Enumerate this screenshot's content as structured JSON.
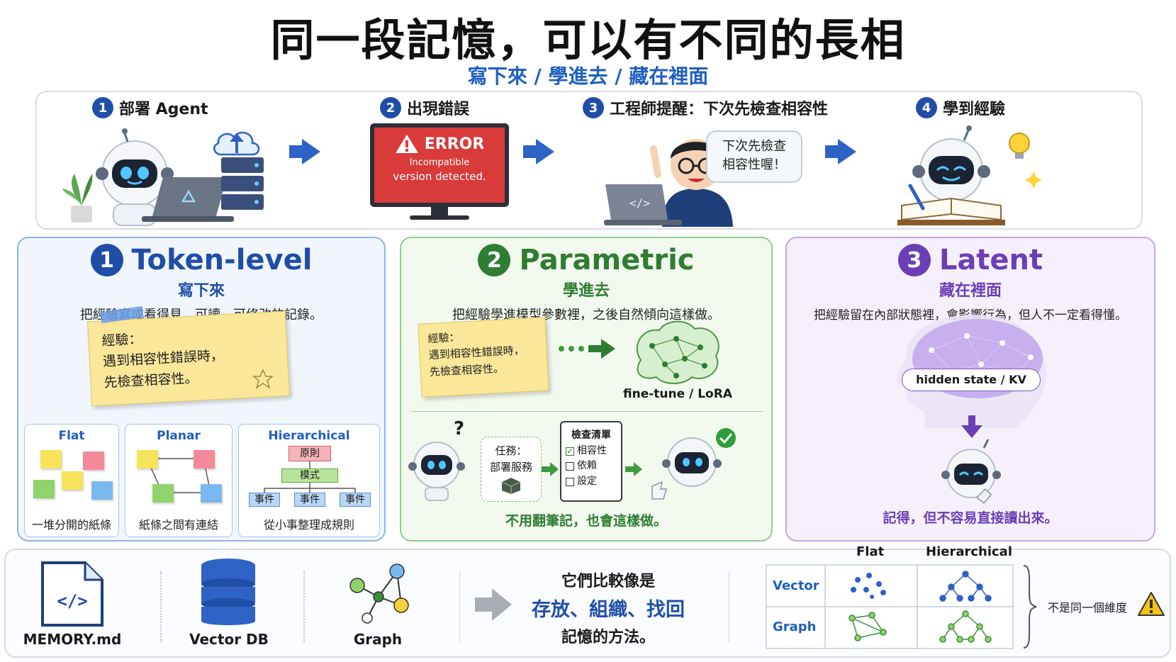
{
  "header": {
    "title": "同一段記憶，可以有不同的長相",
    "subtitle": "寫下來 / 學進去 / 藏在裡面"
  },
  "story": {
    "steps": [
      {
        "num": "1",
        "label": "部署 Agent"
      },
      {
        "num": "2",
        "label": "出現錯誤"
      },
      {
        "num": "3",
        "label": "工程師提醒：下次先檢查相容性"
      },
      {
        "num": "4",
        "label": "學到經驗"
      }
    ],
    "error_title": "ERROR",
    "error_line1": "Incompatible",
    "error_line2": "version detected.",
    "bubble_line1": "下次先檢查",
    "bubble_line2": "相容性喔！",
    "code_glyph": "</>"
  },
  "panels": {
    "token": {
      "num": "1",
      "title": "Token-level",
      "subtitle": "寫下來",
      "desc": "把經驗寫成看得見、可讀、可修改的記錄。",
      "note_line1": "經驗：",
      "note_line2": "遇到相容性錯誤時，",
      "note_line3": "先檢查相容性。",
      "types": [
        {
          "title": "Flat",
          "caption": "一堆分開的紙條"
        },
        {
          "title": "Planar",
          "caption": "紙條之間有連結"
        },
        {
          "title": "Hierarchical",
          "caption": "從小事整理成規則"
        }
      ],
      "hier_top": "原則",
      "hier_mid": "模式",
      "hier_leaves": [
        "事件",
        "事件",
        "事件"
      ]
    },
    "parametric": {
      "num": "2",
      "title": "Parametric",
      "subtitle": "學進去",
      "desc": "把經驗學進模型參數裡，之後自然傾向這樣做。",
      "note_line1": "經驗：",
      "note_line2": "遇到相容性錯誤時，",
      "note_line3": "先檢查相容性。",
      "brain_caption": "fine-tune / LoRA",
      "task_line1": "任務：",
      "task_line2": "部署服務",
      "checklist_title": "檢查清單",
      "checklist": [
        {
          "label": "相容性",
          "checked": true
        },
        {
          "label": "依賴",
          "checked": false
        },
        {
          "label": "設定",
          "checked": false
        }
      ],
      "question_mark": "?",
      "footer": "不用翻筆記，也會這樣做。"
    },
    "latent": {
      "num": "3",
      "title": "Latent",
      "subtitle": "藏在裡面",
      "desc": "把經驗留在內部狀態裡，會影響行為，但人不一定看得懂。",
      "brain_label": "hidden state / KV",
      "footer": "記得，但不容易直接讀出來。"
    }
  },
  "bottom": {
    "items": [
      {
        "label": "MEMORY.md",
        "icon_glyph": "</>"
      },
      {
        "label": "Vector DB"
      },
      {
        "label": "Graph"
      }
    ],
    "middle_line1": "它們比較像是",
    "middle_line2": "存放、組織、找回",
    "middle_line3": "記憶的方法。",
    "matrix_cols": [
      "Flat",
      "Hierarchical"
    ],
    "matrix_rows": [
      "Vector",
      "Graph"
    ],
    "side_note": "不是同一個維度"
  },
  "colors": {
    "blue": "#1f4ea8",
    "green": "#2e7d32",
    "purple": "#6a3fb5",
    "error_red": "#d93a3a"
  }
}
